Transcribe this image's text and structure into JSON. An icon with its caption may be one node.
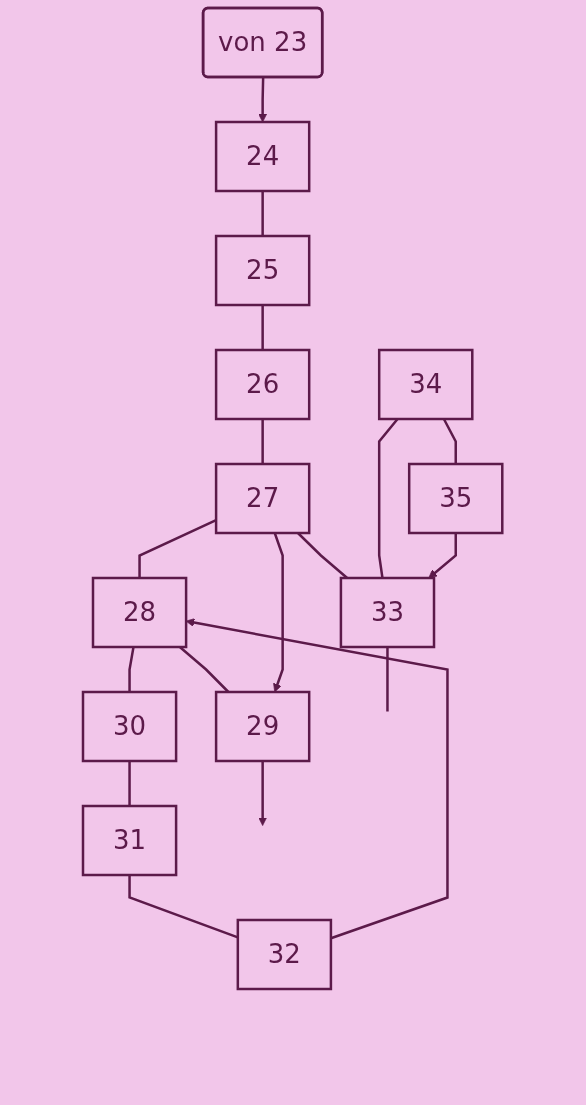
{
  "diagram": {
    "nodes": [
      {
        "text": [
          "von 23"
        ]
      },
      {
        "text": [
          "24"
        ]
      },
      {
        "text": [
          "25"
        ]
      },
      {
        "text": [
          "26"
        ]
      },
      {
        "text": [
          "27"
        ]
      },
      {
        "text": [
          "28"
        ]
      },
      {
        "text": [
          "29"
        ]
      },
      {
        "text": [
          "30"
        ]
      },
      {
        "text": [
          "31"
        ]
      },
      {
        "text": [
          "32"
        ]
      },
      {
        "text": [
          "33"
        ]
      },
      {
        "text": [
          "34"
        ]
      },
      {
        "text": [
          "35"
        ]
      }
    ],
    "edges": [
      {
        "from": 0,
        "to": 1,
        "arrow": "to"
      },
      {
        "from": 1,
        "to": 2,
        "arrow": "none"
      },
      {
        "from": 2,
        "to": 3,
        "arrow": "none"
      },
      {
        "from": 3,
        "to": 4,
        "arrow": "none"
      },
      {
        "from": 4,
        "to": 5,
        "arrow": "none"
      },
      {
        "from": 5,
        "to": 6,
        "arrow": "none"
      },
      {
        "from": 4,
        "to": 6,
        "arrow": "to"
      },
      {
        "from": 6,
        "to": null,
        "arrow": "to"
      },
      {
        "from": 5,
        "to": 7,
        "arrow": "none"
      },
      {
        "from": 7,
        "to": 8,
        "arrow": "none"
      },
      {
        "from": 8,
        "to": 9,
        "arrow": "none"
      },
      {
        "from": 9,
        "to": 5,
        "arrow": "to"
      },
      {
        "from": 4,
        "to": 10,
        "arrow": "none"
      },
      {
        "from": 11,
        "to": 10,
        "arrow": "none"
      },
      {
        "from": 11,
        "to": 12,
        "arrow": "none"
      },
      {
        "from": 12,
        "to": 10,
        "arrow": "to"
      },
      {
        "from": 10,
        "to": null,
        "arrow": "none"
      }
    ]
  }
}
